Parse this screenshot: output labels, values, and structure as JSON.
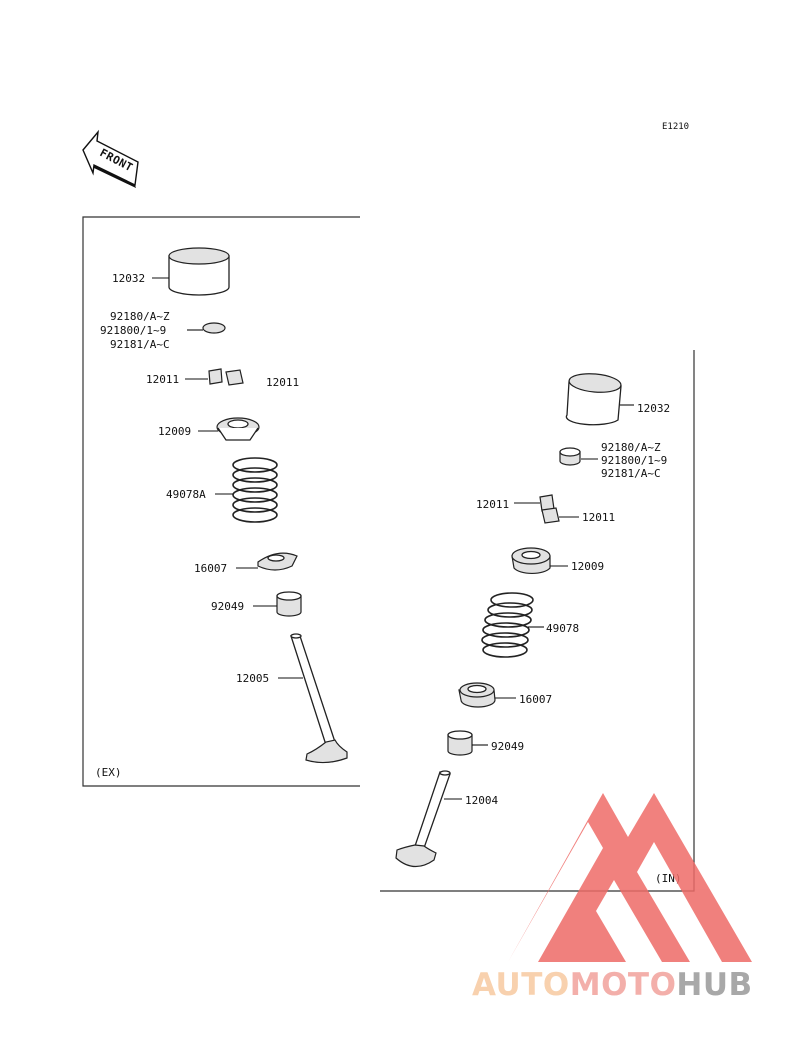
{
  "diagram_code": "E1210",
  "front_label": "FRONT",
  "ex_section": {
    "label": "(EX)",
    "parts": {
      "tappet": "12032",
      "shim_1": "92180/A~Z",
      "shim_2": "921800/1~9",
      "shim_3": "92181/A~C",
      "cotter_left": "12011",
      "cotter_right": "12011",
      "retainer": "12009",
      "spring": "49078A",
      "spring_seat": "16007",
      "stem_seal": "92049",
      "valve": "12005"
    }
  },
  "in_section": {
    "label": "(IN)",
    "parts": {
      "tappet": "12032",
      "shim_1": "92180/A~Z",
      "shim_2": "921800/1~9",
      "shim_3": "92181/A~C",
      "cotter_left": "12011",
      "cotter_right": "12011",
      "retainer": "12009",
      "spring": "49078",
      "spring_seat": "16007",
      "stem_seal": "92049",
      "valve": "12004"
    }
  },
  "watermark": {
    "part1": "AUTO",
    "part2": "MOTO",
    "part3": "HUB",
    "color1": "#f7c9a0",
    "color2": "#f2a29c",
    "color3": "#9a9a9a",
    "logo_color": "#ee6b67"
  }
}
